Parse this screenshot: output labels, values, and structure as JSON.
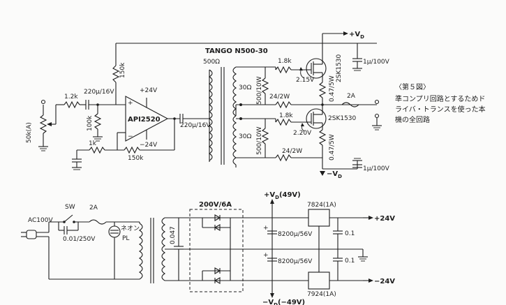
{
  "upper": {
    "vd_plus": "+V",
    "vd_minus": "−V",
    "vd_sub": "D",
    "transformer": "TANGO N500-30",
    "transformer_imp": "500Ω",
    "r_150k_top": "150k",
    "r_1_2k": "1.2k",
    "c_220u_in": "220μ/16V",
    "opamp": "API2520",
    "plus24": "+24V",
    "minus24": "−24V",
    "r_100k": "100k",
    "pot": "50k(A)",
    "r_1k": "1k",
    "r_150k_fb": "150k",
    "c_220u_out": "220μ/16V",
    "ohm30_top": "30Ω",
    "ohm30_bot": "30Ω",
    "r_1_8k_top": "1.8k",
    "r_1_8k_bot": "1.8k",
    "r_500_10w_top": "500/10W",
    "r_500_10w_bot": "500/10W",
    "r_24_2w_top": "24/2W",
    "r_24_2w_bot": "24/2W",
    "v_2_15": "2.15V",
    "v_2_20": "2.20V",
    "fet_top": "2SK1530",
    "fet_bot": "2SK1530",
    "r_047_top": "0.47/5W",
    "r_047_bot": "0.47/5W",
    "c_1u_top": "1μ/100V",
    "c_1u_bot": "1μ/100V",
    "fuse_out": "2A"
  },
  "caption": {
    "title": "〈第５図〉",
    "lines": [
      "準コンプリ回路とするためド",
      "ライバ・トランスを使った本",
      "機の全回路"
    ]
  },
  "lower": {
    "ac": "AC100V",
    "sw": "SW",
    "fuse": "2A",
    "cap_ac": "0.01/250V",
    "neon": "ネオン",
    "pl": "PL",
    "c_047": "0.047",
    "bridge": "200V/6A",
    "vd_pos": "+V",
    "vd_pos_val": "(49V)",
    "vd_neg": "−V",
    "vd_neg_val": "(−49V)",
    "vd_sub": "D",
    "cap_top": "8200μ/56V",
    "cap_bot": "8200μ/56V",
    "reg_pos": "7824(1A)",
    "reg_neg": "7924(1A)",
    "c01_top": "0.1",
    "c01_bot": "0.1",
    "out_pos": "+24V",
    "out_neg": "−24V"
  }
}
